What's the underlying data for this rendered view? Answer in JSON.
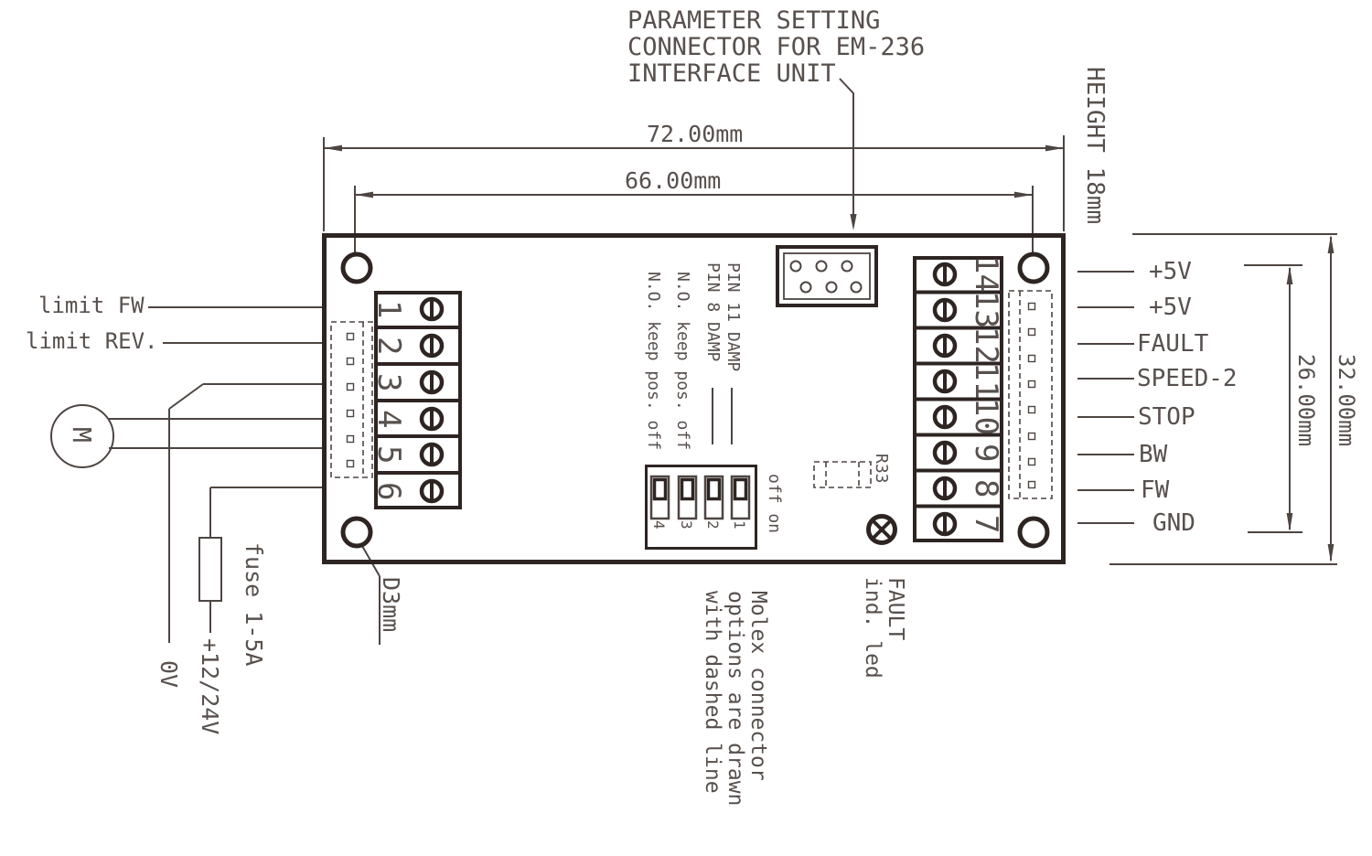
{
  "title": {
    "text": "PARAMETER SETTING\nCONNECTOR FOR EM-236\nINTERFACE UNIT"
  },
  "dims": {
    "w_outer": "72.00mm",
    "w_inner": "66.00mm",
    "height_note": "HEIGHT 18mm",
    "h_inner": "26.00mm",
    "h_outer": "32.00mm",
    "hole": "D3mm"
  },
  "left": {
    "limit_fw": "limit FW",
    "limit_rev": "limit REV.",
    "motor": "M",
    "fuse": "fuse 1-5A",
    "v_plus": "+12/24V",
    "v_zero": "0V"
  },
  "left_terminals": [
    "1",
    "2",
    "3",
    "4",
    "5",
    "6"
  ],
  "pins": [
    {
      "num": "14",
      "label": "+5V"
    },
    {
      "num": "13",
      "label": "+5V"
    },
    {
      "num": "12",
      "label": "FAULT"
    },
    {
      "num": "11",
      "label": "SPEED-2"
    },
    {
      "num": "10",
      "label": "STOP"
    },
    {
      "num": "9",
      "label": "BW"
    },
    {
      "num": "8",
      "label": "FW"
    },
    {
      "num": "7",
      "label": "GND"
    }
  ],
  "dip": {
    "pin11": "PIN 11 DAMP",
    "pin8": "PIN 8 DAMP",
    "no1": "N.O. keep pos. off",
    "no2": "N.O. keep pos. off",
    "nums": [
      "4",
      "3",
      "2",
      "1"
    ],
    "off_on": "off on"
  },
  "notes": {
    "r33": "R33",
    "fault_led": "FAULT\nind. led",
    "molex": "Molex connector\noptions are drawn\nwith dashed line"
  }
}
